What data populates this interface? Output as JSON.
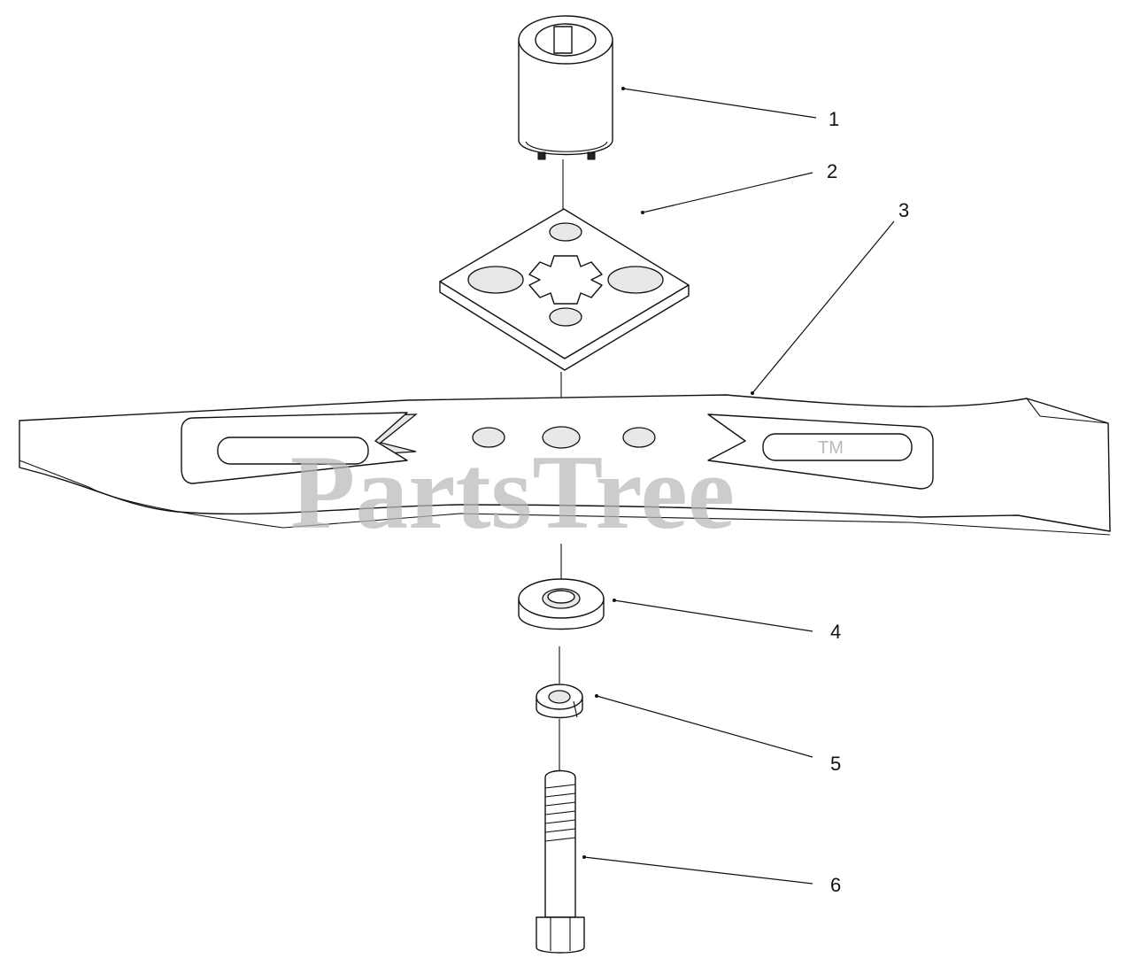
{
  "diagram": {
    "callouts": [
      "1",
      "2",
      "3",
      "4",
      "5",
      "6"
    ],
    "watermark": "PartsTree",
    "watermark_mark": "TM"
  }
}
